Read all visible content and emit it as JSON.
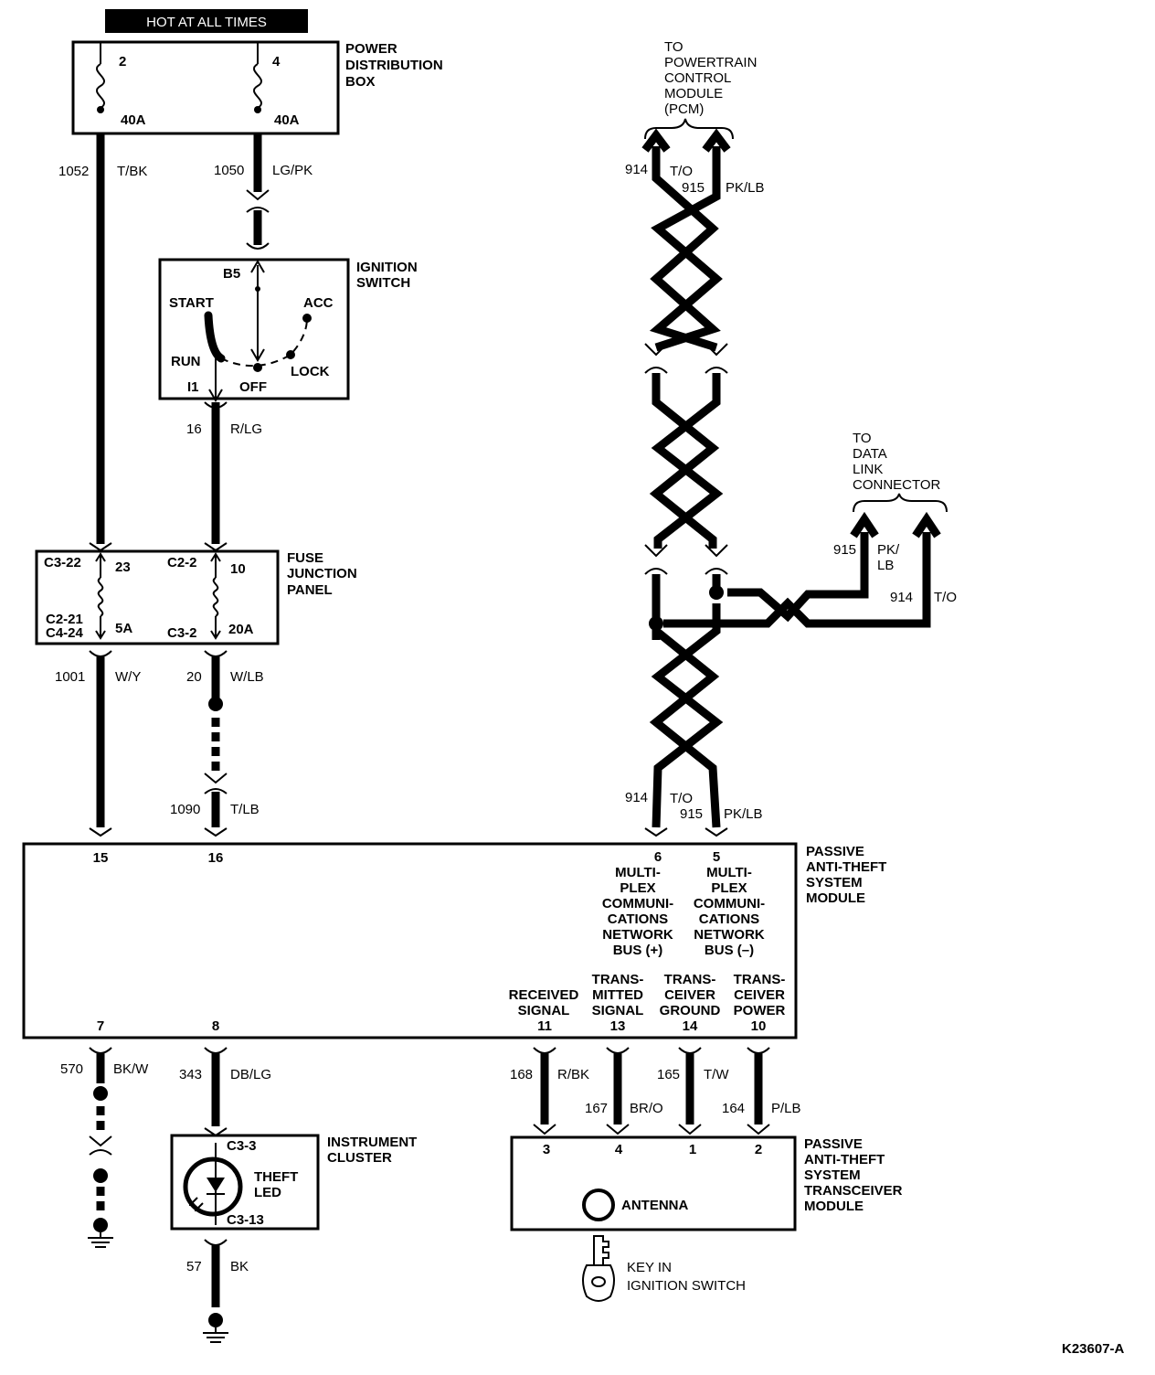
{
  "header": {
    "hot_label": "HOT AT ALL TIMES"
  },
  "pdb": {
    "title": [
      "POWER",
      "DISTRIBUTION",
      "BOX"
    ],
    "fuse_a": "2",
    "fuse_a_rating": "40A",
    "fuse_b": "4",
    "fuse_b_rating": "40A"
  },
  "wires": {
    "w1052": {
      "num": "1052",
      "color": "T/BK"
    },
    "w1050": {
      "num": "1050",
      "color": "LG/PK"
    },
    "w16": {
      "num": "16",
      "color": "R/LG"
    },
    "w1001": {
      "num": "1001",
      "color": "W/Y"
    },
    "w20": {
      "num": "20",
      "color": "W/LB"
    },
    "w1090": {
      "num": "1090",
      "color": "T/LB"
    },
    "w914_top": {
      "num": "914",
      "color": "T/O"
    },
    "w915_top": {
      "num": "915",
      "color": "PK/LB"
    },
    "w915_dlc": {
      "num": "915",
      "color": "PK/",
      "color2": "LB"
    },
    "w914_dlc": {
      "num": "914",
      "color": "T/O"
    },
    "w914_bot": {
      "num": "914",
      "color": "T/O"
    },
    "w915_bot": {
      "num": "915",
      "color": "PK/LB"
    },
    "w570": {
      "num": "570",
      "color": "BK/W"
    },
    "w343": {
      "num": "343",
      "color": "DB/LG"
    },
    "w57": {
      "num": "57",
      "color": "BK"
    },
    "w168": {
      "num": "168",
      "color": "R/BK"
    },
    "w167": {
      "num": "167",
      "color": "BR/O"
    },
    "w165": {
      "num": "165",
      "color": "T/W"
    },
    "w164": {
      "num": "164",
      "color": "P/LB"
    }
  },
  "ignition": {
    "title": [
      "IGNITION",
      "SWITCH"
    ],
    "b5": "B5",
    "start": "START",
    "acc": "ACC",
    "run": "RUN",
    "lock": "LOCK",
    "i1": "I1",
    "off": "OFF"
  },
  "pcm": {
    "label": [
      "TO",
      "POWERTRAIN",
      "CONTROL",
      "MODULE",
      "(PCM)"
    ]
  },
  "dlc": {
    "label": [
      "TO",
      "DATA",
      "LINK",
      "CONNECTOR"
    ]
  },
  "fjp": {
    "title": [
      "FUSE",
      "JUNCTION",
      "PANEL"
    ],
    "c3_22": "C3-22",
    "f23": "23",
    "c2_2": "C2-2",
    "f10": "10",
    "c2_21": "C2-21",
    "c4_24": "C4-24",
    "r5a": "5A",
    "c3_2": "C3-2",
    "r20a": "20A"
  },
  "pats": {
    "title": [
      "PASSIVE",
      "ANTI-THEFT",
      "SYSTEM",
      "MODULE"
    ],
    "pin15": "15",
    "pin16": "16",
    "pin6": "6",
    "pin5": "5",
    "bus_plus": [
      "MULTI-",
      "PLEX",
      "COMMUNI-",
      "CATIONS",
      "NETWORK",
      "BUS (+)"
    ],
    "bus_minus": [
      "MULTI-",
      "PLEX",
      "COMMUNI-",
      "CATIONS",
      "NETWORK",
      "BUS (–)"
    ],
    "recv": [
      "RECEIVED",
      "SIGNAL"
    ],
    "trans": [
      "TRANS-",
      "MITTED",
      "SIGNAL"
    ],
    "tgnd": [
      "TRANS-",
      "CEIVER",
      "GROUND"
    ],
    "tpwr": [
      "TRANS-",
      "CEIVER",
      "POWER"
    ],
    "pin11": "11",
    "pin13": "13",
    "pin14": "14",
    "pin10": "10",
    "pin7": "7",
    "pin8": "8"
  },
  "cluster": {
    "title": [
      "INSTRUMENT",
      "CLUSTER"
    ],
    "c3_3": "C3-3",
    "c3_13": "C3-13",
    "led": [
      "THEFT",
      "LED"
    ]
  },
  "transceiver": {
    "title": [
      "PASSIVE",
      "ANTI-THEFT",
      "SYSTEM",
      "TRANSCEIVER",
      "MODULE"
    ],
    "p3": "3",
    "p4": "4",
    "p1": "1",
    "p2": "2",
    "antenna": "ANTENNA"
  },
  "key": {
    "label": [
      "KEY IN",
      "IGNITION SWITCH"
    ]
  },
  "footer": {
    "code": "K23607-A"
  }
}
